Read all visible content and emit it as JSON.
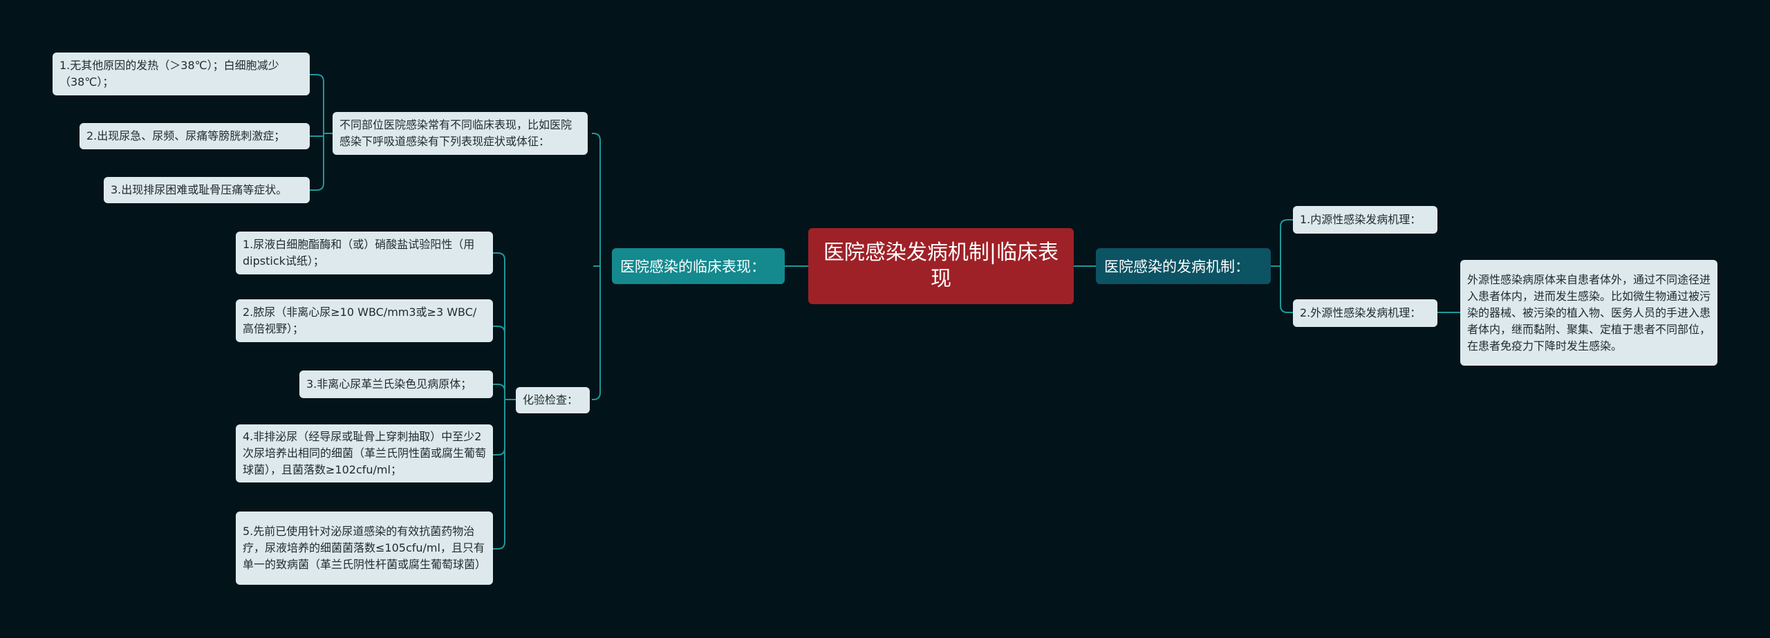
{
  "root": {
    "title": "医院感染发病机制|临床表现"
  },
  "left_branch": {
    "label": "医院感染的临床表现：",
    "respiratory": {
      "label": "不同部位医院感染常有不同临床表现，比如医院感染下呼吸道感染有下列表现症状或体征：",
      "items": [
        "1.无其他原因的发热（＞38℃）；白细胞减少（38℃）；",
        "2.出现尿急、尿频、尿痛等膀胱刺激症；",
        "3.出现排尿困难或耻骨压痛等症状。"
      ]
    },
    "lab": {
      "label": "化验检查：",
      "items": [
        "1.尿液白细胞酯酶和（或）硝酸盐试验阳性（用dipstick试纸）；",
        "2.脓尿（非离心尿≥10 WBC/mm3或≥3 WBC/高倍视野）；",
        "3.非离心尿革兰氏染色见病原体；",
        "4.非排泌尿（经导尿或耻骨上穿刺抽取）中至少2次尿培养出相同的细菌（革兰氏阴性菌或腐生葡萄球菌），且菌落数≥102cfu/ml；",
        "5.先前已使用针对泌尿道感染的有效抗菌药物治疗，尿液培养的细菌菌落数≤105cfu/ml，且只有单一的致病菌（革兰氏阴性杆菌或腐生葡萄球菌）"
      ]
    }
  },
  "right_branch": {
    "label": "医院感染的发病机制：",
    "endogenous": {
      "label": "1.内源性感染发病机理："
    },
    "exogenous": {
      "label": "2.外源性感染发病机理：",
      "detail": "外源性感染病原体来自患者体外，通过不同途径进入患者体内，进而发生感染。比如微生物通过被污染的器械、被污染的植入物、医务人员的手进入患者体内，继而黏附、聚集、定植于患者不同部位，在患者免疫力下降时发生感染。"
    }
  },
  "colors": {
    "background": "#03131a",
    "root": "#9e2127",
    "left_main": "#14898e",
    "right_main": "#0c5363",
    "leaf": "#dde9ec",
    "connector": "#1b9a9a"
  }
}
